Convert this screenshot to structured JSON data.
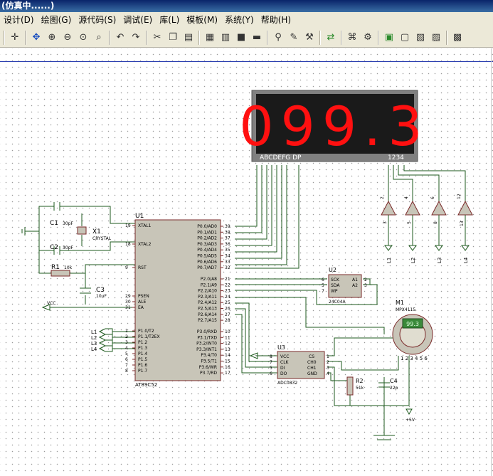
{
  "window": {
    "title": "(仿真中......)"
  },
  "menu": [
    "设计(D)",
    "绘图(G)",
    "源代码(S)",
    "调试(E)",
    "库(L)",
    "模板(M)",
    "系统(Y)",
    "帮助(H)"
  ],
  "toolbar": {
    "icons": [
      "cursor-cross-icon",
      "move-icon",
      "zoom-in-icon",
      "zoom-out-icon",
      "zoom-all-icon",
      "zoom-area-icon",
      "undo-icon",
      "redo-icon",
      "cut-icon",
      "copy-icon",
      "paste-icon",
      "block-copy-icon",
      "block-move-icon",
      "block-rotate-icon",
      "block-delete-icon",
      "pick-device-icon",
      "make-device-icon",
      "packaging-tool-icon",
      "wire-autorouter-icon",
      "search-tag-icon",
      "property-assignment-icon",
      "new-sheet-icon",
      "remove-sheet-icon",
      "goto-sheet-icon",
      "bill-of-materials-icon",
      "netlist-icon"
    ]
  },
  "display": {
    "digits": "099.3",
    "segment_label": "ABCDEFG DP",
    "digit_label": "1234"
  },
  "mcu": {
    "ref": "U1",
    "part": "AT89C52",
    "left_pins": [
      {
        "name": "XTAL1",
        "num": "19"
      },
      {
        "name": "XTAL2",
        "num": "18"
      },
      {
        "name": "RST",
        "num": "9"
      },
      {
        "name": "PSEN",
        "num": "29"
      },
      {
        "name": "ALE",
        "num": "30"
      },
      {
        "name": "EA",
        "num": "31"
      },
      {
        "name": "P1.0/T2",
        "num": "1"
      },
      {
        "name": "P1.1/T2EX",
        "num": "2"
      },
      {
        "name": "P1.2",
        "num": "3"
      },
      {
        "name": "P1.3",
        "num": "4"
      },
      {
        "name": "P1.4",
        "num": "5"
      },
      {
        "name": "P1.5",
        "num": "6"
      },
      {
        "name": "P1.6",
        "num": "7"
      },
      {
        "name": "P1.7",
        "num": "8"
      }
    ],
    "right_pins": [
      {
        "name": "P0.0/AD0",
        "num": "39"
      },
      {
        "name": "P0.1/AD1",
        "num": "38"
      },
      {
        "name": "P0.2/AD2",
        "num": "37"
      },
      {
        "name": "P0.3/AD3",
        "num": "36"
      },
      {
        "name": "P0.4/AD4",
        "num": "35"
      },
      {
        "name": "P0.5/AD5",
        "num": "34"
      },
      {
        "name": "P0.6/AD6",
        "num": "33"
      },
      {
        "name": "P0.7/AD7",
        "num": "32"
      },
      {
        "name": "P2.0/A8",
        "num": "21"
      },
      {
        "name": "P2.1/A9",
        "num": "22"
      },
      {
        "name": "P2.2/A10",
        "num": "23"
      },
      {
        "name": "P2.3/A11",
        "num": "24"
      },
      {
        "name": "P2.4/A12",
        "num": "25"
      },
      {
        "name": "P2.5/A13",
        "num": "26"
      },
      {
        "name": "P2.6/A14",
        "num": "27"
      },
      {
        "name": "P2.7/A15",
        "num": "28"
      },
      {
        "name": "P3.0/RXD",
        "num": "10"
      },
      {
        "name": "P3.1/TXD",
        "num": "11"
      },
      {
        "name": "P3.2/INT0",
        "num": "12"
      },
      {
        "name": "P3.3/INT1",
        "num": "13"
      },
      {
        "name": "P3.4/T0",
        "num": "14"
      },
      {
        "name": "P3.5/T1",
        "num": "15"
      },
      {
        "name": "P3.6/WR",
        "num": "16"
      },
      {
        "name": "P3.7/RD",
        "num": "17"
      }
    ]
  },
  "components": {
    "c1": {
      "ref": "C1",
      "value": "30pF"
    },
    "c2": {
      "ref": "C2",
      "value": "30pF"
    },
    "c3": {
      "ref": "C3",
      "value": "10uF"
    },
    "c4": {
      "ref": "C4",
      "value": "22p"
    },
    "x1": {
      "ref": "X1",
      "value": "CRYSTAL"
    },
    "r1": {
      "ref": "R1",
      "value": "10k"
    },
    "r2": {
      "ref": "R2",
      "value": "51k"
    },
    "vcc": "VCC",
    "p1_labels": [
      "L1",
      "L2",
      "L3",
      "L4"
    ],
    "buffers": {
      "inputs": [
        "1",
        "2",
        "3",
        "4"
      ],
      "pins_in": [
        "2",
        "4",
        "6",
        "12"
      ],
      "pins_out": [
        "3",
        "5",
        "8",
        "13"
      ],
      "outputs": [
        "L1",
        "L2",
        "L3",
        "L4"
      ]
    },
    "eeprom": {
      "ref": "U2",
      "part": "24C04A",
      "left": [
        "SCK",
        "SDA",
        "WP"
      ],
      "right": [
        "A1",
        "A2"
      ],
      "pins_left": [
        "6",
        "5",
        "7"
      ],
      "pins_right": [
        "2",
        "3"
      ]
    },
    "adc": {
      "ref": "U3",
      "part": "ADC0832",
      "left": [
        "VCC",
        "CLK",
        "DI",
        "DO"
      ],
      "right": [
        "CS",
        "CH0",
        "CH1",
        "GND"
      ],
      "pins_left": [
        "8",
        "7",
        "5",
        "6"
      ],
      "pins_right": [
        "1",
        "2",
        "3",
        "4"
      ]
    },
    "sensor": {
      "ref": "M1",
      "part": "MPX4115",
      "reading": "99.3",
      "pins": "1 2 3 4 5 6"
    },
    "supply": "+5V"
  }
}
